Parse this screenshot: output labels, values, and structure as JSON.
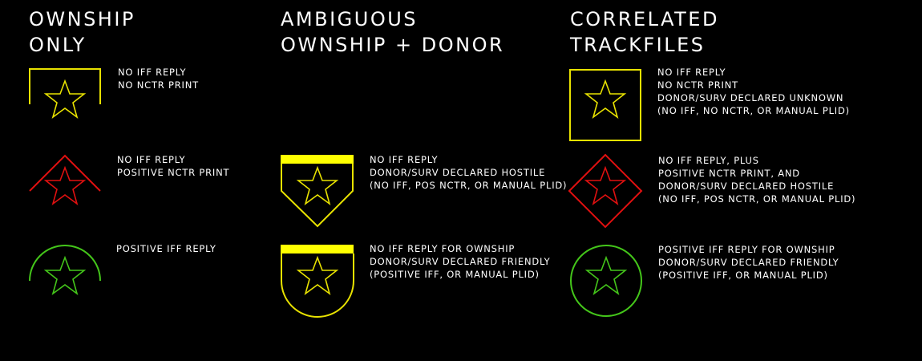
{
  "colors": {
    "background": "#000000",
    "unknown": "#e8e200",
    "hostile": "#e01010",
    "friendly": "#44c61a",
    "ambiguous_bar": "#ffff00"
  },
  "columns": [
    {
      "header": "OWNSHIP\nONLY"
    },
    {
      "header": "AMBIGUOUS\nOWNSHIP + DONOR"
    },
    {
      "header": "CORRELATED\nTRACKFILES"
    }
  ],
  "symbols": {
    "ownship_unknown": {
      "icon": "open-box-unknown-icon",
      "label": "NO IFF REPLY\nNO NCTR PRINT"
    },
    "ownship_hostile": {
      "icon": "open-diamond-hostile-icon",
      "label": "NO IFF REPLY\nPOSITIVE NCTR PRINT"
    },
    "ownship_friendly": {
      "icon": "open-arc-friendly-icon",
      "label": "POSITIVE IFF REPLY"
    },
    "ambiguous_hostile": {
      "icon": "ambiguous-hostile-icon",
      "label": "NO IFF REPLY\nDONOR/SURV DECLARED HOSTILE\n(NO IFF, POS NCTR, OR MANUAL PLID)"
    },
    "ambiguous_friendly": {
      "icon": "ambiguous-friendly-icon",
      "label": "NO IFF REPLY FOR OWNSHIP\nDONOR/SURV DECLARED FRIENDLY\n(POSITIVE IFF, OR MANUAL PLID)"
    },
    "correlated_unknown": {
      "icon": "closed-box-unknown-icon",
      "label": "NO IFF REPLY\nNO NCTR PRINT\nDONOR/SURV DECLARED UNKNOWN\n(NO IFF, NO NCTR, OR MANUAL PLID)"
    },
    "correlated_hostile": {
      "icon": "closed-diamond-hostile-icon",
      "label": "NO IFF REPLY, PLUS\nPOSITIVE NCTR PRINT, AND\nDONOR/SURV DECLARED HOSTILE\n(NO IFF, POS NCTR, OR MANUAL PLID)"
    },
    "correlated_friendly": {
      "icon": "closed-circle-friendly-icon",
      "label": "POSITIVE IFF REPLY FOR OWNSHIP\nDONOR/SURV DECLARED FRIENDLY\n(POSITIVE IFF, OR MANUAL PLID)"
    }
  }
}
